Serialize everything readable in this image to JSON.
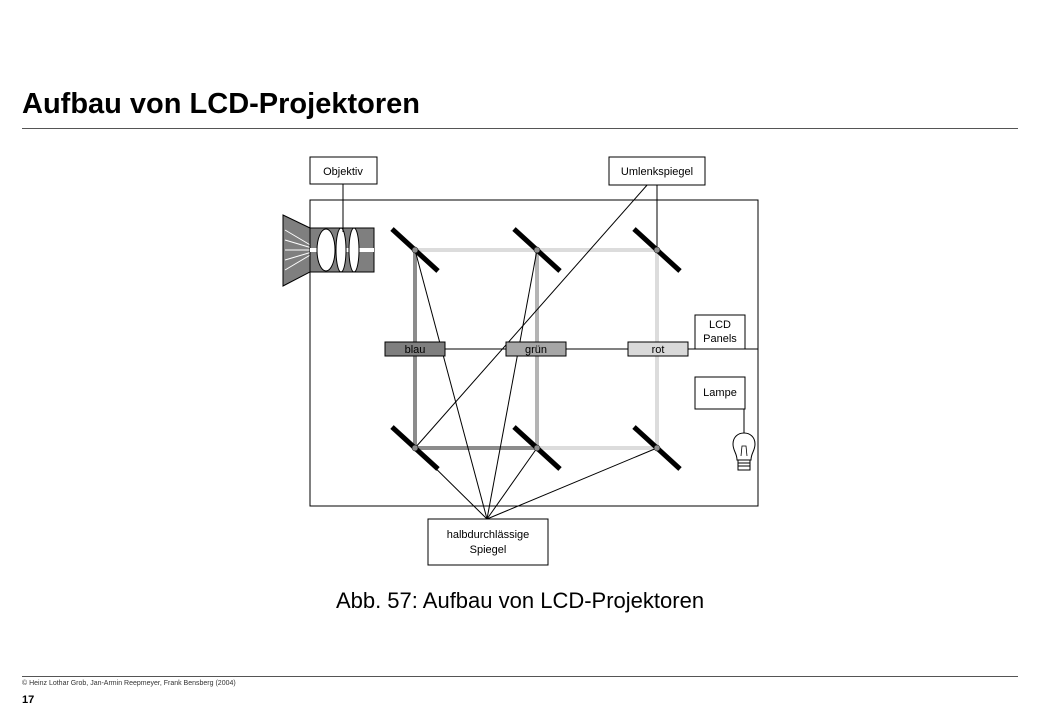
{
  "slide": {
    "title": "Aufbau von LCD-Projektoren",
    "caption": "Abb. 57: Aufbau von LCD-Projektoren",
    "copyright": "© Heinz Lothar Grob, Jan-Armin Reepmeyer, Frank Bensberg (2004)",
    "page_number": "17"
  },
  "diagram": {
    "labels": {
      "objektiv": "Objektiv",
      "umlenkspiegel": "Umlenkspiegel",
      "lcd_line1": "LCD",
      "lcd_line2": "Panels",
      "lampe": "Lampe",
      "halb_line1": "halbdurchlässige",
      "halb_line2": "Spiegel"
    },
    "panels": {
      "blau": "blau",
      "gruen": "grün",
      "rot": "rot"
    },
    "colors": {
      "blue_panel": "#7f7f7f",
      "green_panel": "#a6a6a6",
      "red_panel": "#d9d9d9",
      "lens_body": "#7f7f7f"
    }
  }
}
